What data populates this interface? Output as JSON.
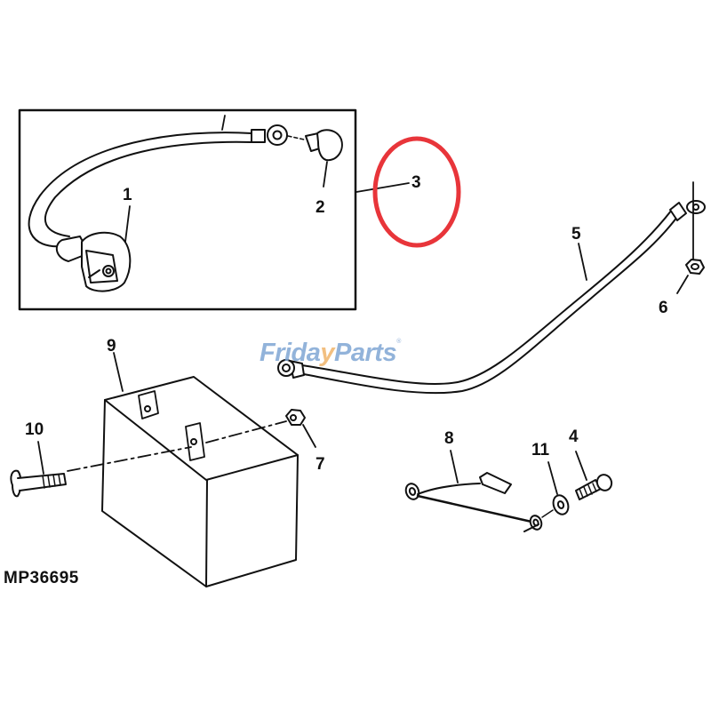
{
  "diagram": {
    "drawing_id": "MP36695",
    "watermark": {
      "brand_part1": "Frida",
      "brand_accent": "y",
      "brand_part2": "Parts",
      "registered_mark": "®",
      "colors": {
        "text": "#7fa6d4",
        "accent": "#f0b46a"
      }
    },
    "highlight": {
      "target_callout": "3",
      "color": "#e8353a"
    },
    "callouts": [
      {
        "id": "1",
        "label": "1",
        "part": "battery terminal boot end of cable"
      },
      {
        "id": "2",
        "label": "2",
        "part": "terminal boot"
      },
      {
        "id": "3",
        "label": "3",
        "part": "positive cable assembly (boxed)"
      },
      {
        "id": "4",
        "label": "4",
        "part": "screw"
      },
      {
        "id": "5",
        "label": "5",
        "part": "ground cable"
      },
      {
        "id": "6",
        "label": "6",
        "part": "nut"
      },
      {
        "id": "7",
        "label": "7",
        "part": "nut"
      },
      {
        "id": "8",
        "label": "8",
        "part": "wiring lead"
      },
      {
        "id": "9",
        "label": "9",
        "part": "battery"
      },
      {
        "id": "10",
        "label": "10",
        "part": "carriage bolt"
      },
      {
        "id": "11",
        "label": "11",
        "part": "washer"
      }
    ]
  }
}
